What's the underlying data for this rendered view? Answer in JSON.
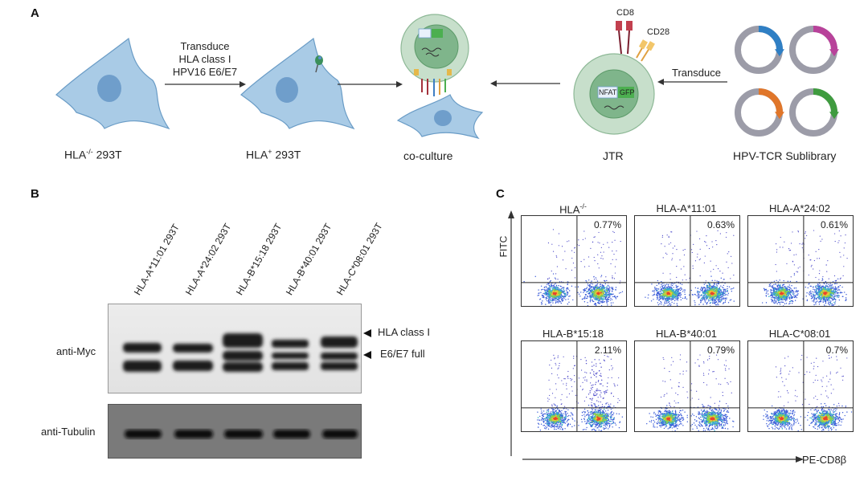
{
  "panelA": {
    "letter": "A",
    "hla_neg_cell": "HLA",
    "hla_neg_sup": "-/-",
    "hla_neg_suffix": " 293T",
    "hla_pos_cell": "HLA",
    "hla_pos_sup": "+",
    "hla_pos_suffix": " 293T",
    "transduce_lines": [
      "Transduce",
      "HLA class I",
      "HPV16 E6/E7"
    ],
    "coculture": "co-culture",
    "jtr": "JTR",
    "cd8": "CD8",
    "cd28": "CD28",
    "nfat": "NFAT",
    "gfp": "GFP",
    "transduce2": "Transduce",
    "library": "HPV-TCR Sublibrary",
    "plasmid_colors": [
      "#2f7fc4",
      "#b8429a",
      "#e0762a",
      "#3f9b3f"
    ]
  },
  "panelB": {
    "letter": "B",
    "lanes": [
      "HLA-A*11:01 293T",
      "HLA-A*24:02 293T",
      "HLA-B*15:18 293T",
      "HLA-B*40:01 293T",
      "HLA-C*08:01 293T"
    ],
    "anti_myc": "anti-Myc",
    "anti_tubulin": "anti-Tubulin",
    "band_upper": "HLA class I",
    "band_lower": "E6/E7 full"
  },
  "panelC": {
    "letter": "C",
    "y_axis": "FITC",
    "x_axis": "PE-CD8β",
    "plots": [
      {
        "title": "HLA",
        "sup": "-/-",
        "pct": "0.77%"
      },
      {
        "title": "HLA-A*11:01",
        "sup": "",
        "pct": "0.63%"
      },
      {
        "title": "HLA-A*24:02",
        "sup": "",
        "pct": "0.61%"
      },
      {
        "title": "HLA-B*15:18",
        "sup": "",
        "pct": "2.11%"
      },
      {
        "title": "HLA-B*40:01",
        "sup": "",
        "pct": "0.79%"
      },
      {
        "title": "HLA-C*08:01",
        "sup": "",
        "pct": "0.7%"
      }
    ]
  }
}
